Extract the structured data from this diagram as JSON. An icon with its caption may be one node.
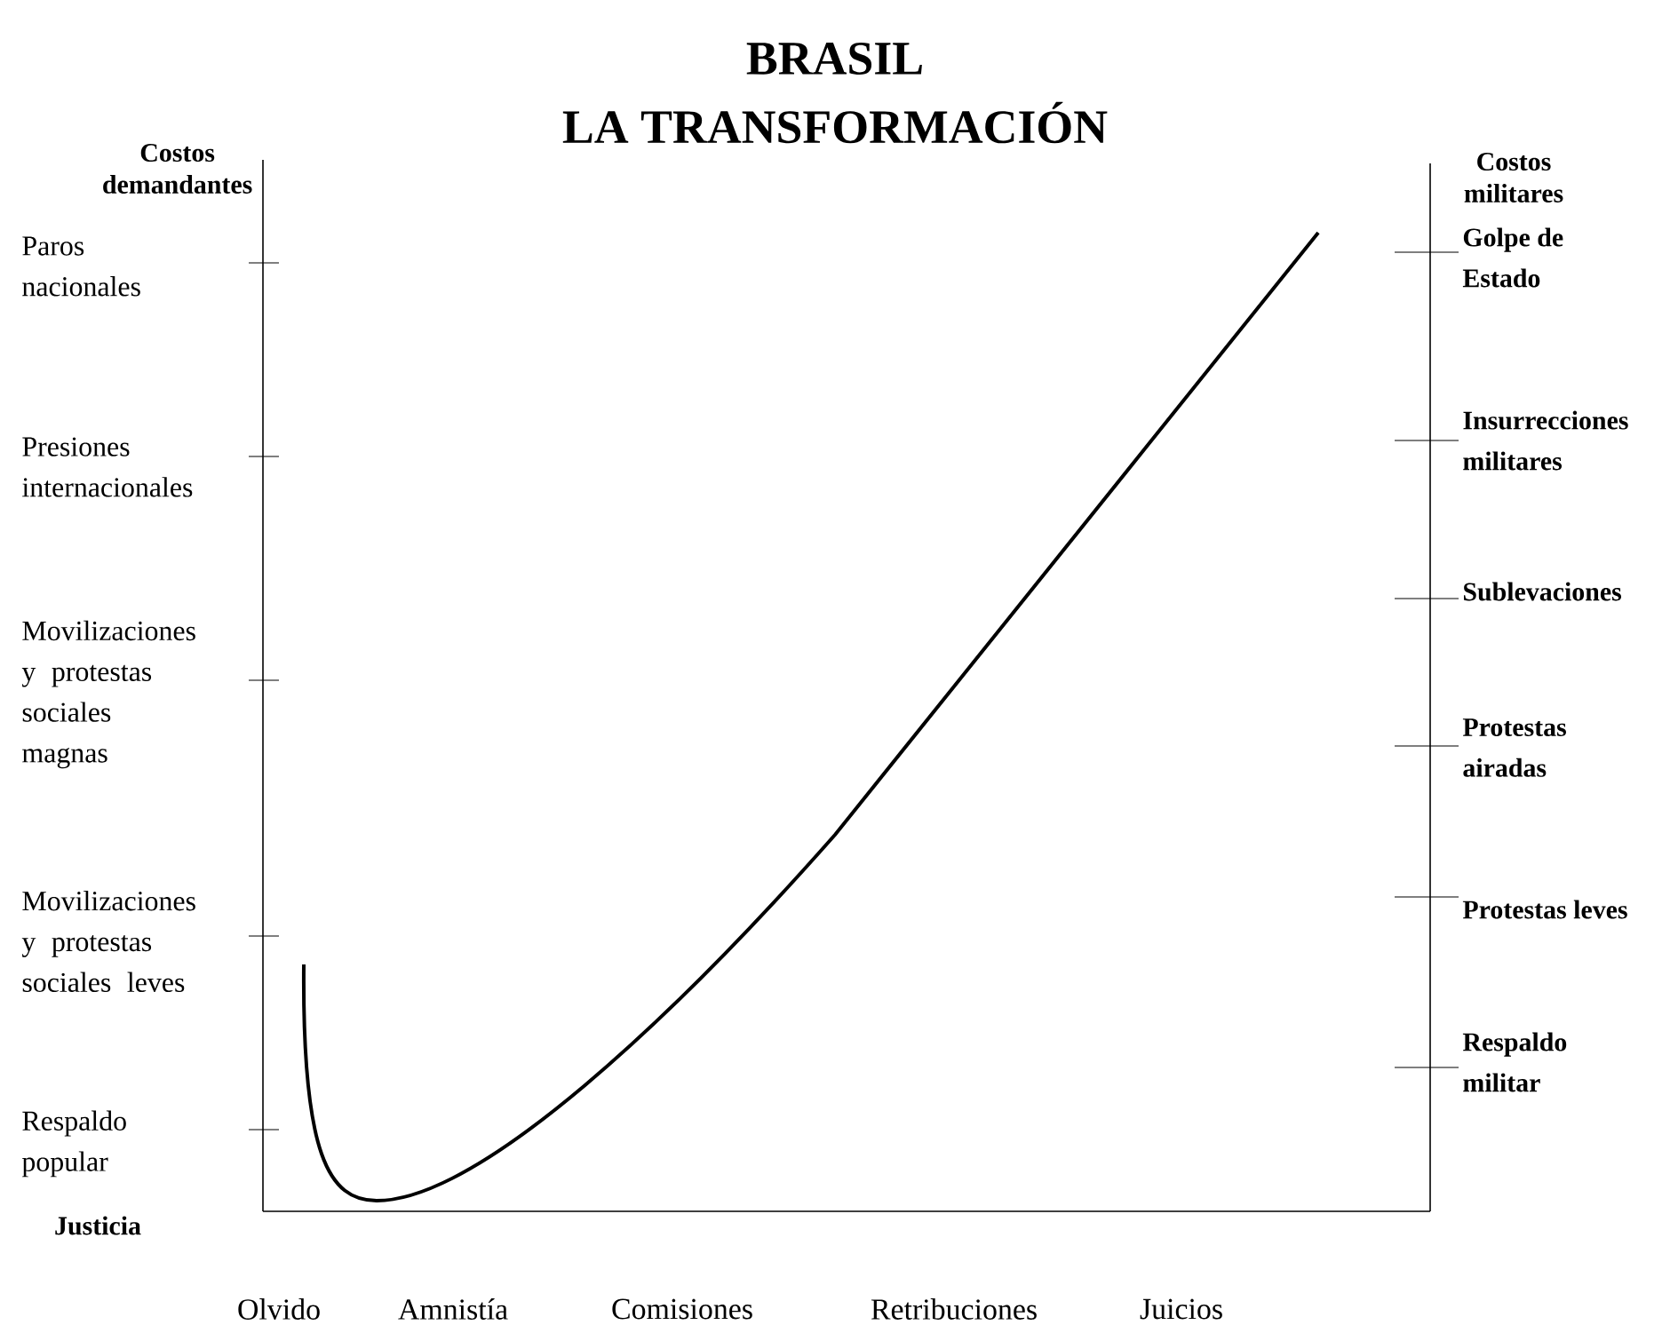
{
  "diagram": {
    "title": "BRASIL",
    "labels": [
      "LA TRANSFORMACIÓN",
      "Costos demandantes",
      "Paros nacionales",
      "Presiones internacionales",
      "Movilizaciones y protestas sociales magnas",
      "Movilizaciones y protestas sociales leves",
      "Respaldo popular",
      "Costos militares",
      "Golpe de Estado",
      "Insurrecciones militares",
      "Sublevaciones",
      "Protestas airadas",
      "Protestas leves",
      "Respaldo militar",
      "Justicia",
      "Olvido",
      "Amnistía",
      "Comisiones",
      "Retribuciones",
      "Juicios"
    ]
  }
}
